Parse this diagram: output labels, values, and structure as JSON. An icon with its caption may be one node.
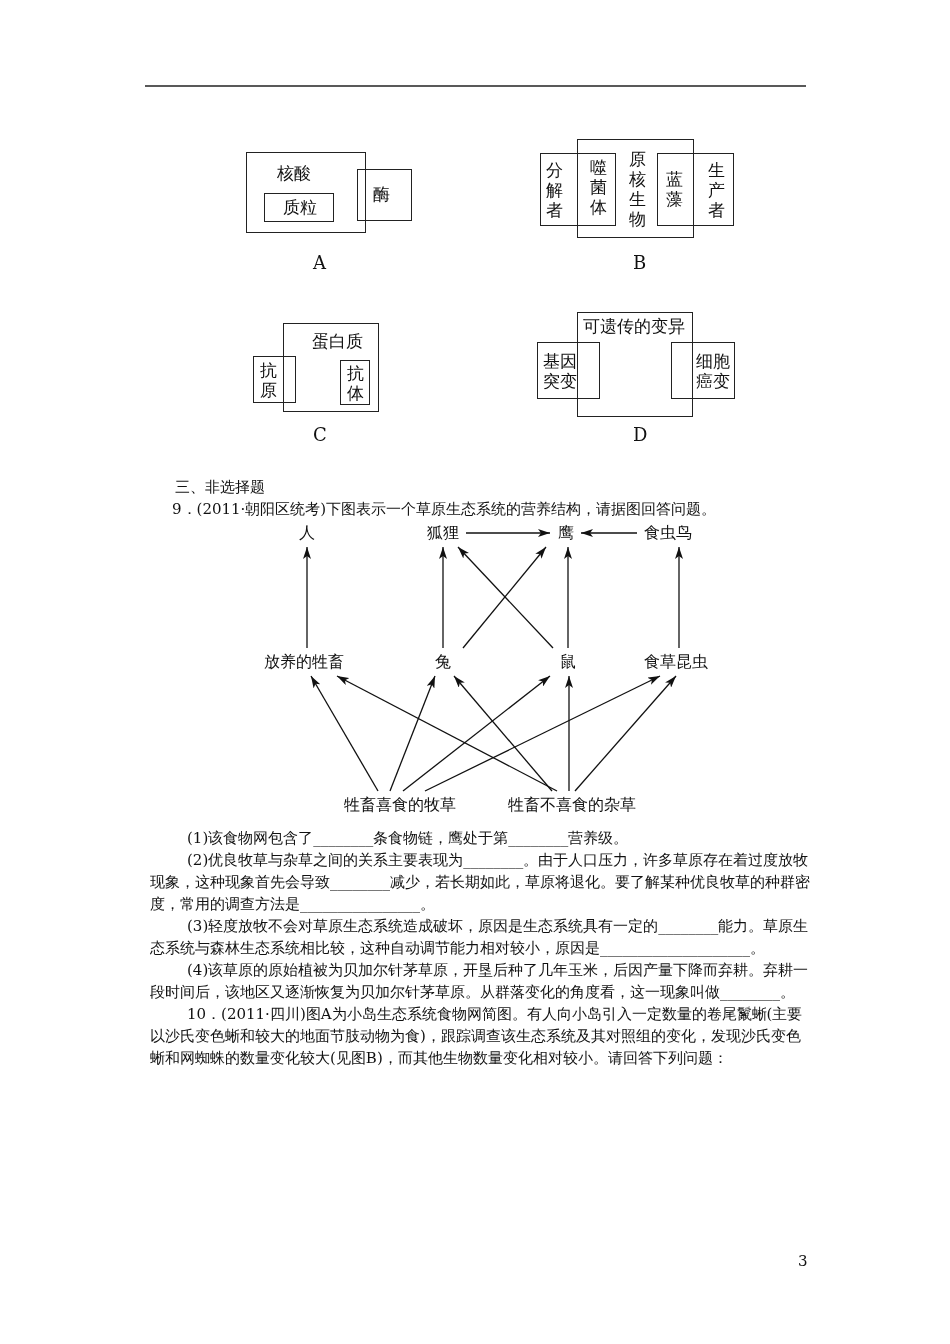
{
  "diagram": {
    "nodes": [
      {
        "text": [
          "核酸"
        ]
      },
      {
        "text": [
          "质粒"
        ],
        "in": 0
      },
      {
        "text": [
          "酶"
        ]
      },
      {
        "text": [
          "原核生物"
        ]
      },
      {
        "text": [
          "分解者",
          "噬菌体"
        ]
      },
      {
        "text": [
          "蓝藻",
          "生产者"
        ]
      },
      {
        "text": [
          "蛋白质"
        ]
      },
      {
        "text": [
          "抗原"
        ]
      },
      {
        "text": [
          "抗体"
        ],
        "in": 6
      },
      {
        "text": [
          "可遗传的变异"
        ]
      },
      {
        "text": [
          "基因突变"
        ]
      },
      {
        "text": [
          "细胞癌变"
        ]
      },
      {
        "text": [
          "人"
        ]
      },
      {
        "text": [
          "狐狸"
        ]
      },
      {
        "text": [
          "鹰"
        ]
      },
      {
        "text": [
          "食虫鸟"
        ]
      },
      {
        "text": [
          "放养的牲畜"
        ]
      },
      {
        "text": [
          "兔"
        ]
      },
      {
        "text": [
          "鼠"
        ]
      },
      {
        "text": [
          "食草昆虫"
        ]
      },
      {
        "text": [
          "牲畜喜食的牧草"
        ]
      },
      {
        "text": [
          "牲畜不喜食的杂草"
        ]
      }
    ],
    "edges": [
      {
        "from": 13,
        "to": 14,
        "arrow": "to"
      },
      {
        "from": 15,
        "to": 14,
        "arrow": "to"
      },
      {
        "from": 16,
        "to": 12,
        "arrow": "to"
      },
      {
        "from": 17,
        "to": 13,
        "arrow": "to"
      },
      {
        "from": 17,
        "to": 14,
        "arrow": "to"
      },
      {
        "from": 18,
        "to": 13,
        "arrow": "to"
      },
      {
        "from": 18,
        "to": 14,
        "arrow": "to"
      },
      {
        "from": 19,
        "to": 15,
        "arrow": "to"
      },
      {
        "from": 20,
        "to": 16,
        "arrow": "to"
      },
      {
        "from": 20,
        "to": 17,
        "arrow": "to"
      },
      {
        "from": 20,
        "to": 18,
        "arrow": "to"
      },
      {
        "from": 20,
        "to": 19,
        "arrow": "to"
      },
      {
        "from": 21,
        "to": 16,
        "arrow": "to"
      },
      {
        "from": 21,
        "to": 17,
        "arrow": "to"
      },
      {
        "from": 21,
        "to": 18,
        "arrow": "to"
      },
      {
        "from": 21,
        "to": 19,
        "arrow": "to"
      }
    ],
    "labels": [
      "A",
      "B",
      "C",
      "D",
      "三、非选择题",
      "9．(2011·朝阳区统考)下图表示一个草原生态系统的营养结构，请据图回答问题。",
      "(1)该食物网包含了________条食物链，鹰处于第________营养级。",
      "(2)优良牧草与杂草之间的关系主要表现为________。由于人口压力，许多草原存在着过度放牧现象，这种现象首先会导致________减少，若长期如此，草原将退化。要了解某种优良牧草的种群密度，常用的调查方法是________________。",
      "(3)轻度放牧不会对草原生态系统造成破坏，原因是生态系统具有一定的________能力。草原生态系统与森林生态系统相比较，这种自动调节能力相对较小，原因是____________________。",
      "(4)该草原的原始植被为贝加尔针茅草原，开垦后种了几年玉米，后因产量下降而弃耕。弃耕一段时间后，该地区又逐渐恢复为贝加尔针茅草原。从群落变化的角度看，这一现象叫做________。",
      "10．(2011·四川)图A为小岛生态系统食物网简图。有人向小岛引入一定数量的卷尾鬣蜥(主要以沙氏变色蜥和较大的地面节肢动物为食)，跟踪调查该生态系统及其对照组的变化，发现沙氏变色蜥和网蜘蛛的数量变化较大(见图B)，而其他生物数量变化相对较小。请回答下列问题：",
      "3"
    ]
  }
}
